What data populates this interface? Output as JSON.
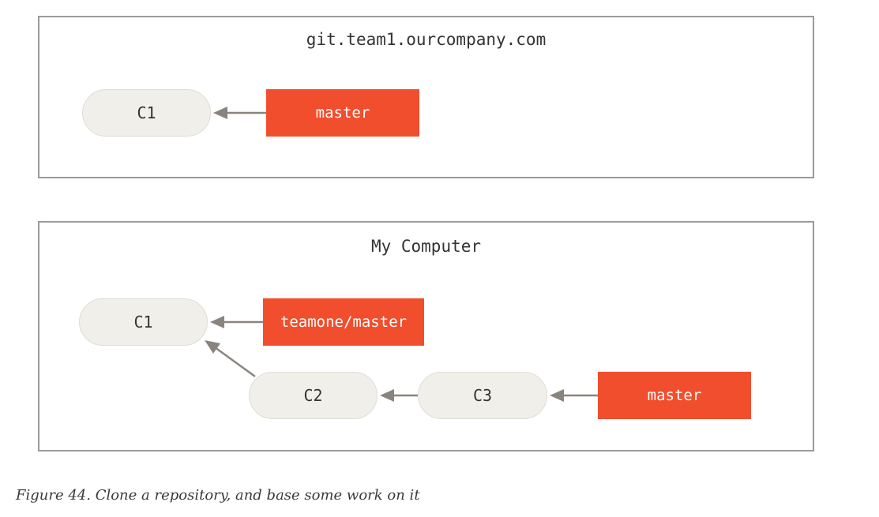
{
  "remote": {
    "title": "git.team1.ourcompany.com",
    "commits": [
      {
        "id": "C1",
        "label": "C1"
      }
    ],
    "refs": [
      {
        "id": "master",
        "label": "master",
        "points_to": "C1"
      }
    ]
  },
  "local": {
    "title": "My Computer",
    "commits": [
      {
        "id": "C1",
        "label": "C1"
      },
      {
        "id": "C2",
        "label": "C2",
        "parent": "C1"
      },
      {
        "id": "C3",
        "label": "C3",
        "parent": "C2"
      }
    ],
    "refs": [
      {
        "id": "teamone-master",
        "label": "teamone/master",
        "points_to": "C1"
      },
      {
        "id": "master",
        "label": "master",
        "points_to": "C3"
      }
    ]
  },
  "caption": "Figure 44. Clone a repository, and base some work on it",
  "colors": {
    "commit_fill": "#f0efe9",
    "ref_fill": "#f14e2e",
    "arrow": "#8a847e",
    "border": "#9a9a9a"
  }
}
